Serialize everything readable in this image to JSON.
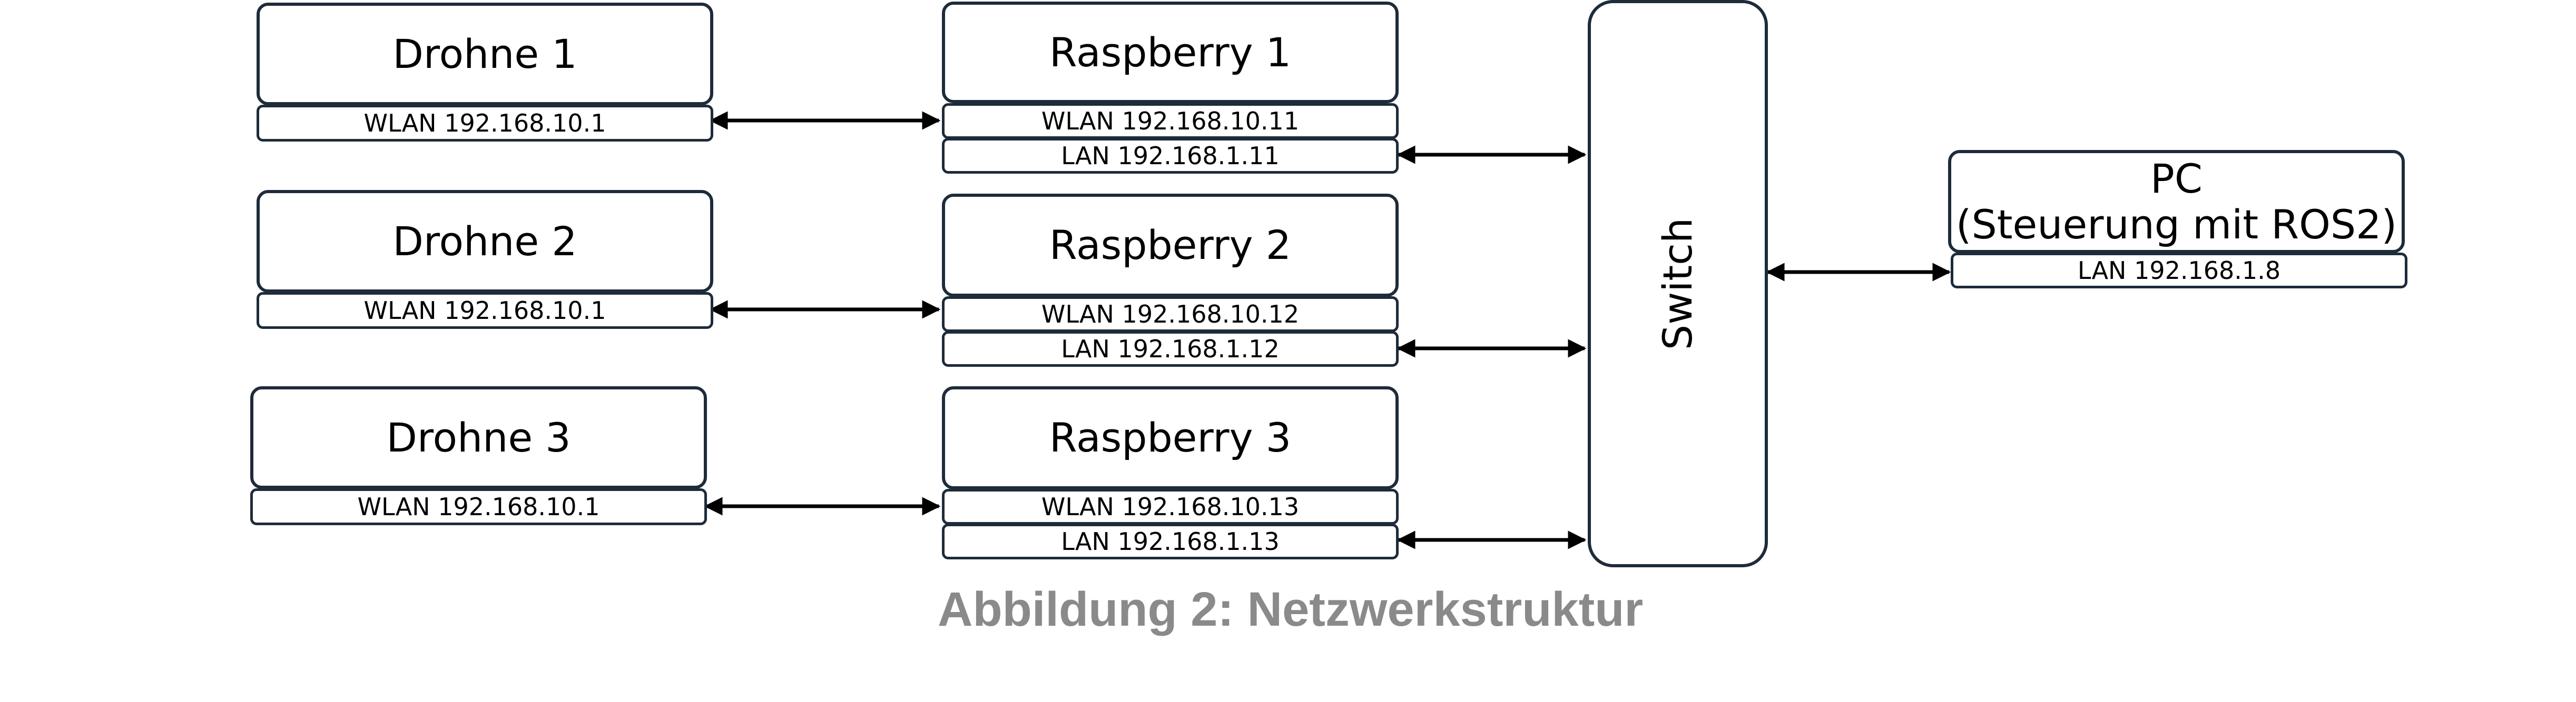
{
  "drones": [
    {
      "name": "Drohne 1",
      "wlan": "WLAN 192.168.10.1"
    },
    {
      "name": "Drohne 2",
      "wlan": "WLAN 192.168.10.1"
    },
    {
      "name": "Drohne 3",
      "wlan": "WLAN 192.168.10.1"
    }
  ],
  "raspberries": [
    {
      "name": "Raspberry 1",
      "wlan": "WLAN 192.168.10.11",
      "lan": "LAN 192.168.1.11"
    },
    {
      "name": "Raspberry 2",
      "wlan": "WLAN 192.168.10.12",
      "lan": "LAN 192.168.1.12"
    },
    {
      "name": "Raspberry 3",
      "wlan": "WLAN 192.168.10.13",
      "lan": "LAN 192.168.1.13"
    }
  ],
  "switch": {
    "label": "Switch"
  },
  "pc": {
    "name": "PC",
    "subtitle": "(Steuerung mit ROS2)",
    "lan": "LAN 192.168.1.8"
  },
  "caption": "Abbildung 2: Netzwerkstruktur"
}
